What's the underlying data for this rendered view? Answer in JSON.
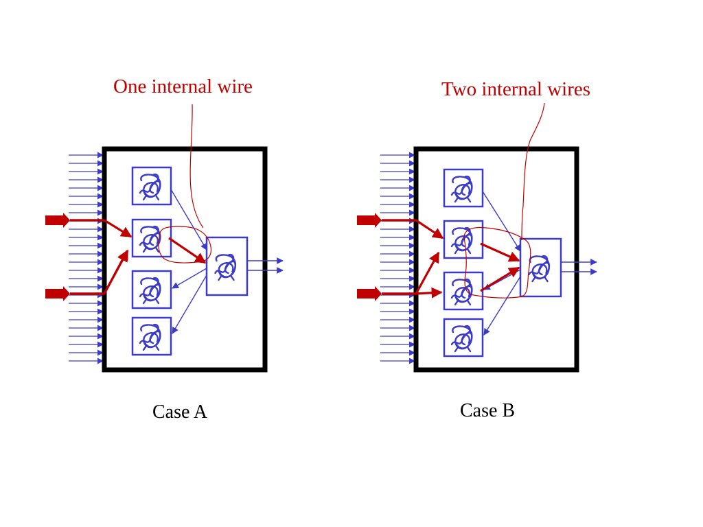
{
  "annotations": {
    "case_a": "One internal wire",
    "case_b": "Two internal wires"
  },
  "captions": {
    "case_a": "Case A",
    "case_b": "Case B"
  },
  "colors": {
    "frame": "#000000",
    "wire": "#3b3bc8",
    "highlight": "#c00000",
    "background": "#ffffff"
  },
  "icons": {
    "module_symbol": "tangled-scribble-icon"
  }
}
